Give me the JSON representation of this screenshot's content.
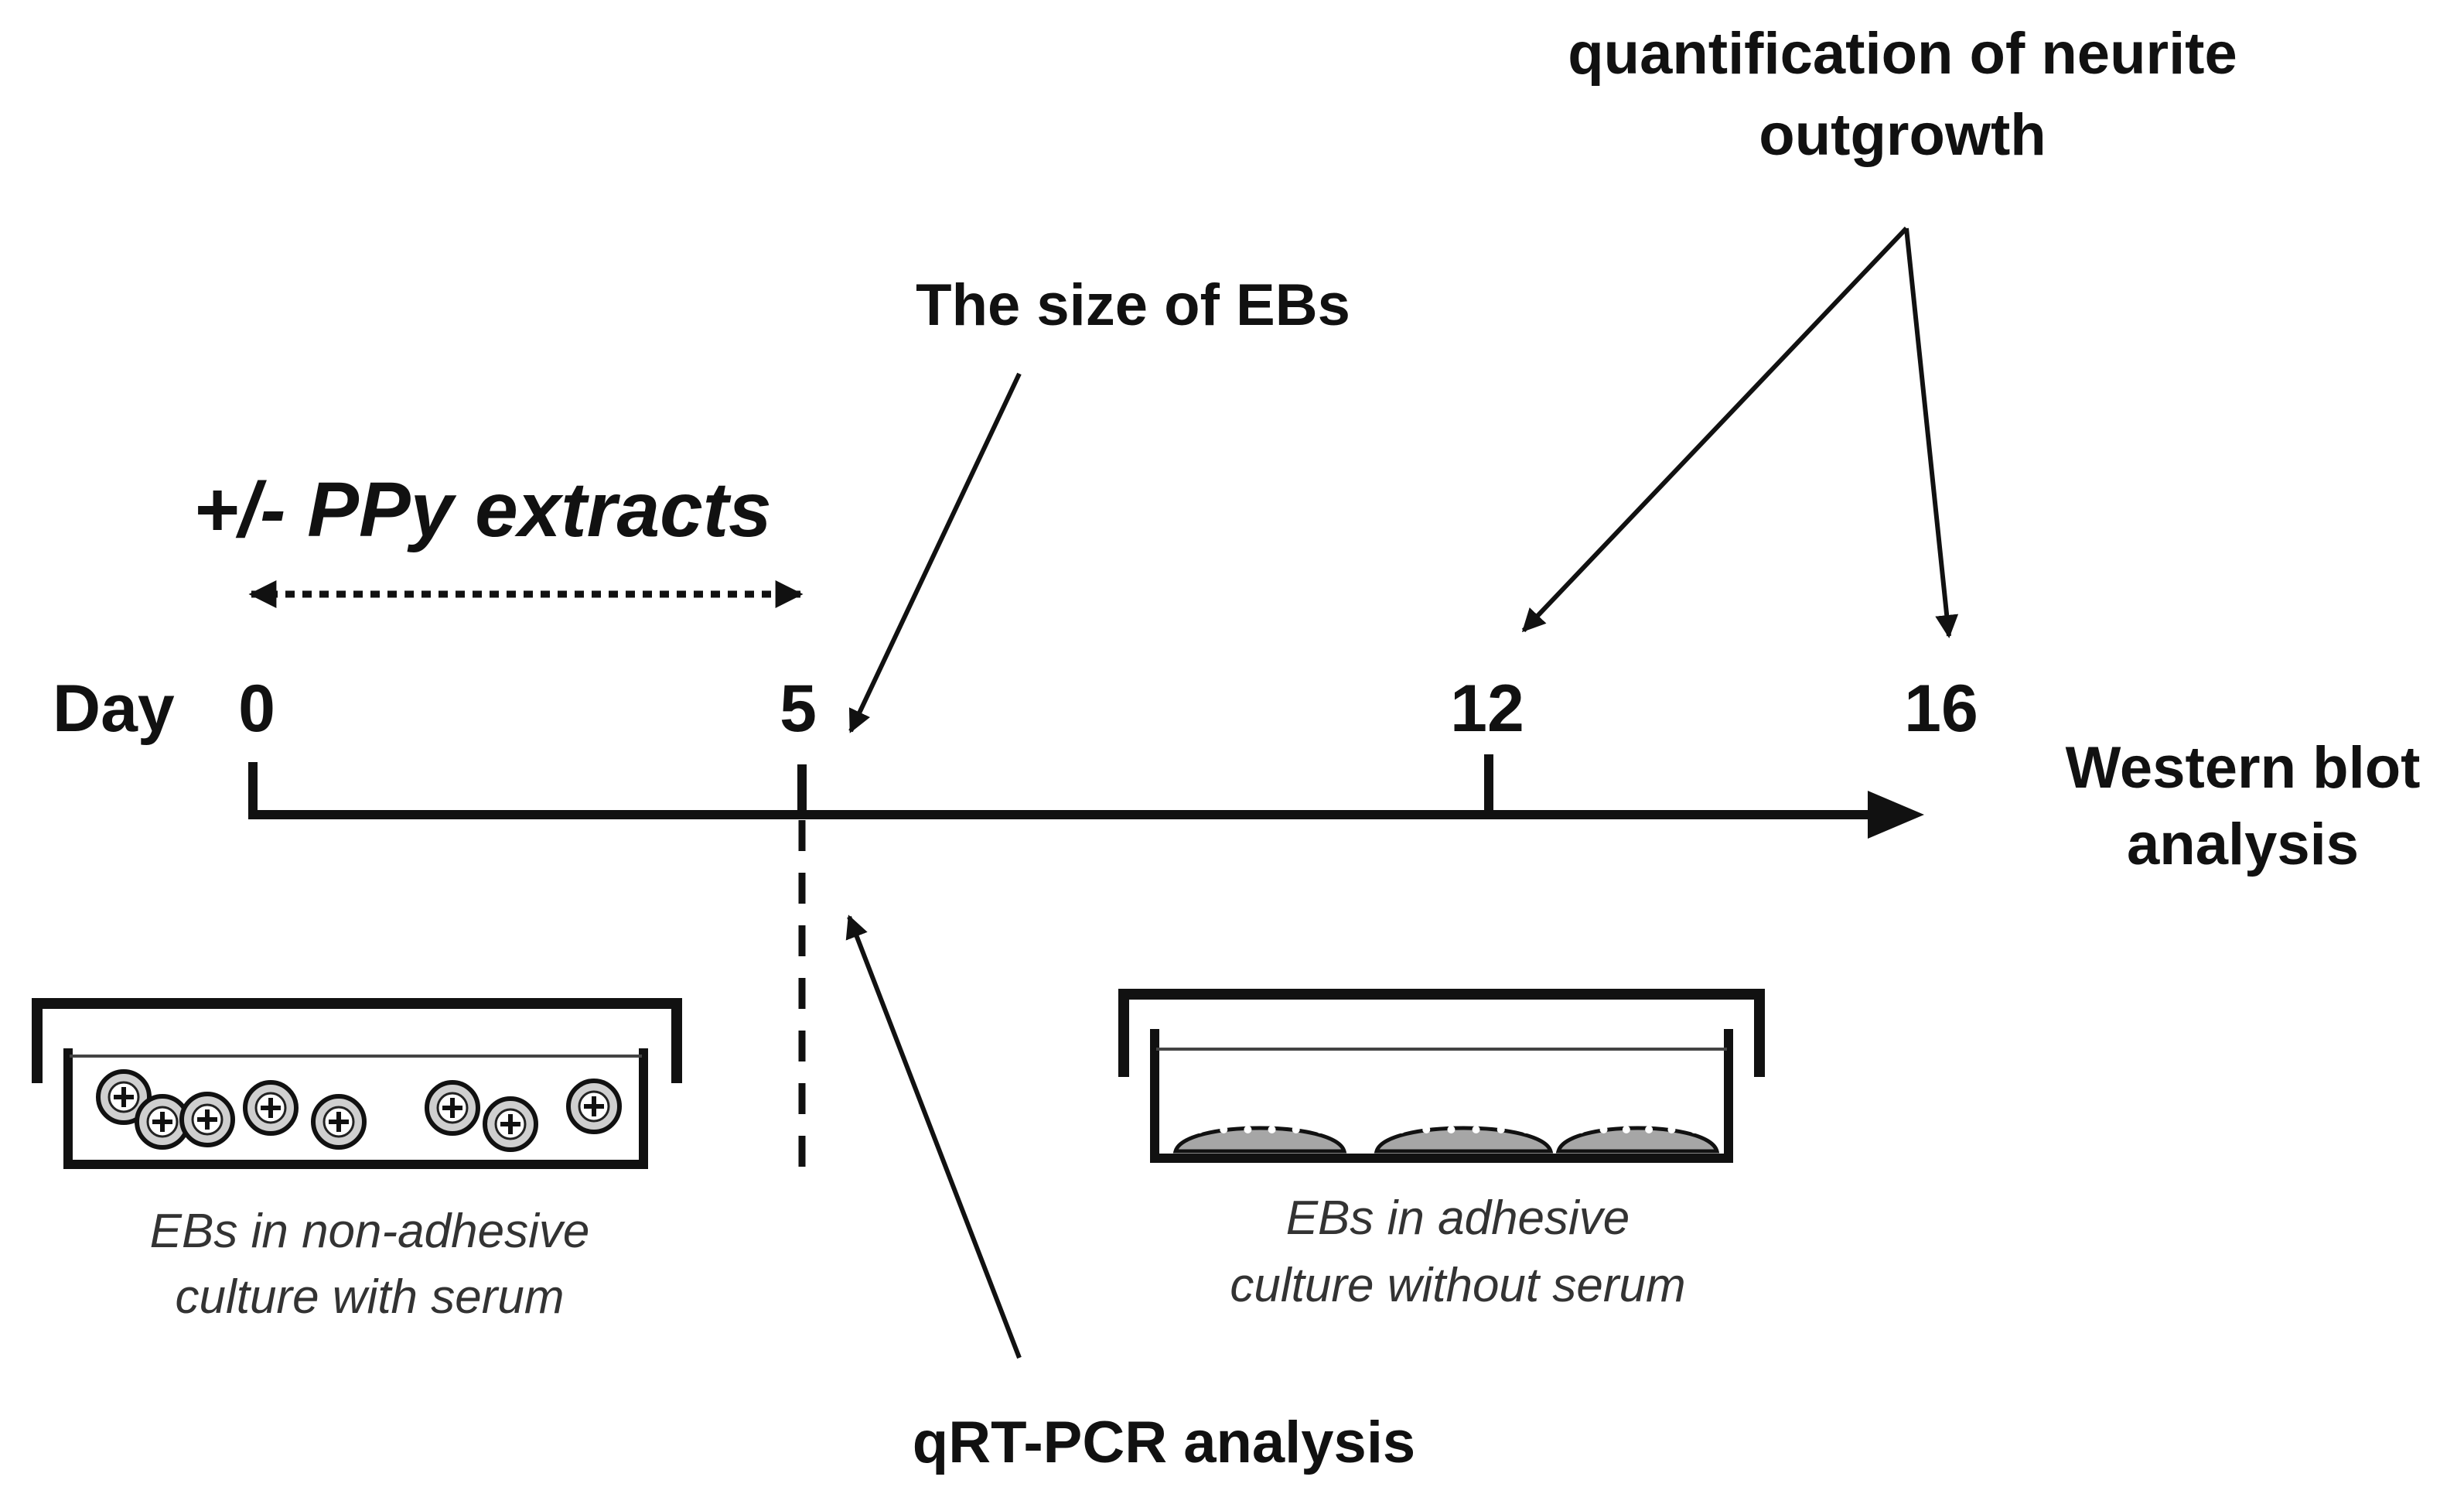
{
  "timeline": {
    "day_label": "Day",
    "ticks": [
      "0",
      "5",
      "12",
      "16"
    ]
  },
  "treatment": {
    "label": "+/- PPy extracts"
  },
  "analyses": {
    "eb_size": "The size of EBs",
    "neurite_line1": "quantification of neurite",
    "neurite_line2": "outgrowth",
    "western_line1": "Western blot",
    "western_line2": "analysis",
    "qrt_pcr": "qRT-PCR analysis"
  },
  "cultures": {
    "non_adhesive_line1": "EBs in non-adhesive",
    "non_adhesive_line2": "culture with serum",
    "adhesive_line1": "EBs in adhesive",
    "adhesive_line2": "culture without serum"
  }
}
